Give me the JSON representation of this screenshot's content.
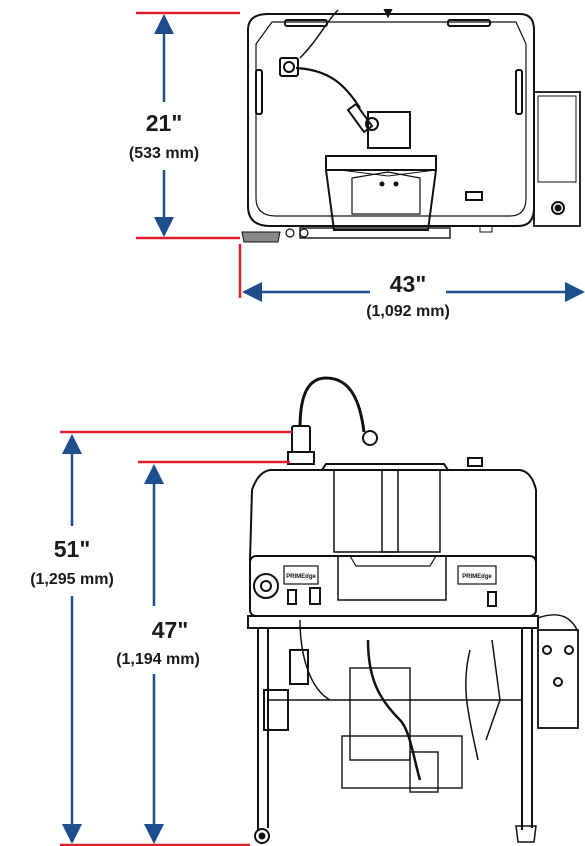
{
  "dimensions": {
    "top_height": {
      "value": "21\"",
      "metric": "(533 mm)"
    },
    "top_width": {
      "value": "43\"",
      "metric": "(1,092 mm)"
    },
    "front_total_height": {
      "value": "51\"",
      "metric": "(1,295 mm)"
    },
    "front_body_height": {
      "value": "47\"",
      "metric": "(1,194 mm)"
    }
  },
  "labels": {
    "brand_left": "PRIMEdge",
    "brand_right": "PRIMEdge"
  },
  "colors": {
    "extension_line": "#e0202a",
    "dimension_arrow": "#1f4e8c",
    "machine_outline": "#111111",
    "background": "#ffffff"
  }
}
